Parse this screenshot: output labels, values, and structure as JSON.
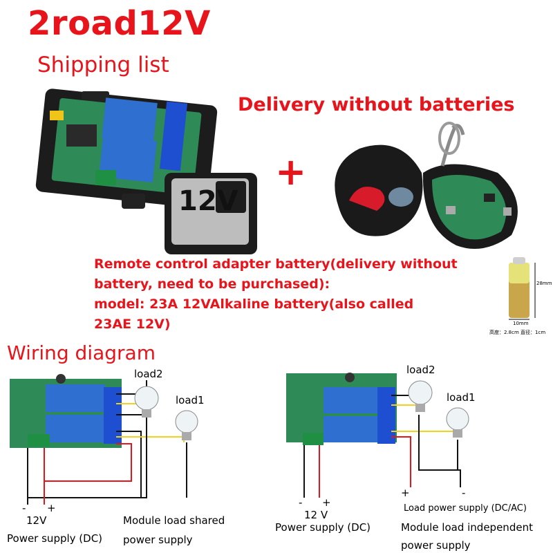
{
  "title": "2road12V",
  "subtitle": "Shipping list",
  "delivery_note": "Delivery without batteries",
  "plus_sign": "+",
  "module_label": "12V",
  "battery_note": {
    "line1": "Remote control adapter battery(delivery without",
    "line2": "battery, need to be purchased):",
    "line3": "model:  23A 12VAlkaline battery(also called",
    "line4": "23AE 12V)"
  },
  "battery_specs": {
    "height_label": "28mm",
    "width_label": "10mm",
    "caption": "高度：2.8cm 直径：1cm"
  },
  "wiring": {
    "title": "Wiring diagram",
    "left": {
      "load2": "load2",
      "load1": "load1",
      "minus": "-",
      "plus": "+",
      "voltage": "12V",
      "supply": "Power supply (DC)",
      "note_line1": "Module load shared",
      "note_line2": "power supply"
    },
    "right": {
      "load2": "load2",
      "load1": "load1",
      "minus": "-",
      "plus": "+",
      "voltage": "12 V",
      "supply": "Power supply (DC)",
      "load_minus": "-",
      "load_plus": "+",
      "load_supply": "Load power supply (DC/AC)",
      "note_line1": "Module load independent",
      "note_line2": "power supply"
    }
  },
  "colors": {
    "accent_red": "#e8141b",
    "pcb_green": "#2e8b57",
    "relay_blue": "#2f6fcf",
    "terminal_blue": "#1f4fd1",
    "wire_yellow": "#f2d21b",
    "wire_red": "#e8141b",
    "wire_black": "#111111"
  }
}
